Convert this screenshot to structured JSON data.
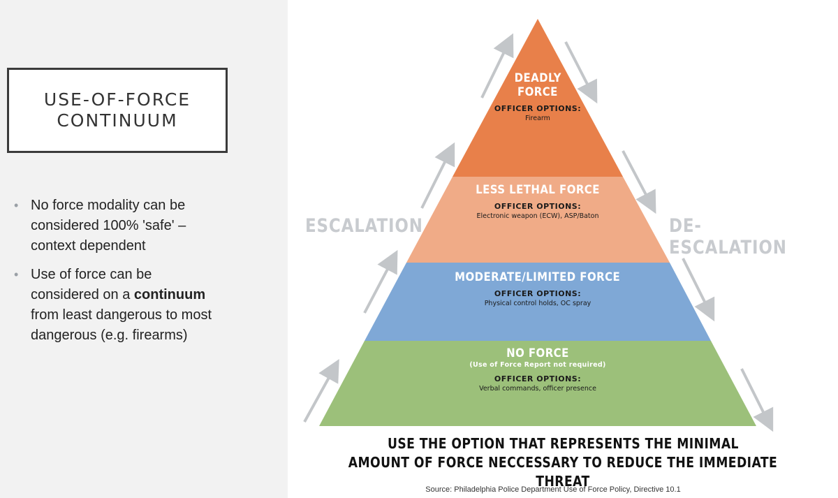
{
  "slide": {
    "title_line1": "USE-OF-FORCE",
    "title_line2": "CONTINUUM",
    "bullets": [
      {
        "text": "No force modality can be considered 100% 'safe' – context dependent"
      },
      {
        "pre": "Use of force can be considered on a ",
        "bold": "continuum",
        "post": " from least dangerous to most dangerous (e.g. firearms)"
      }
    ]
  },
  "diagram": {
    "left_label": "ESCALATION",
    "right_label": "DE-ESCALATION",
    "options_label": "OFFICER OPTIONS:",
    "tiers": [
      {
        "title_line1": "DEADLY",
        "title_line2": "FORCE",
        "options": "Firearm",
        "color": "#e8804a"
      },
      {
        "title": "LESS LETHAL FORCE",
        "options": "Electronic weapon (ECW), ASP/Baton",
        "color": "#f0ab87"
      },
      {
        "title": "MODERATE/LIMITED FORCE",
        "options": "Physical control holds, OC spray",
        "color": "#7fa8d6"
      },
      {
        "title": "NO FORCE",
        "note": "(Use of Force Report not required)",
        "options": "Verbal commands, officer presence",
        "color": "#9cc07a"
      }
    ],
    "arrow_color": "#c3c6c9",
    "caption_line1": "USE THE OPTION THAT REPRESENTS THE MINIMAL",
    "caption_line2": "AMOUNT OF FORCE NECCESSARY TO REDUCE THE IMMEDIATE THREAT",
    "source": "Source: Philadelphia Police Department Use of Force Policy, Directive 10.1"
  }
}
